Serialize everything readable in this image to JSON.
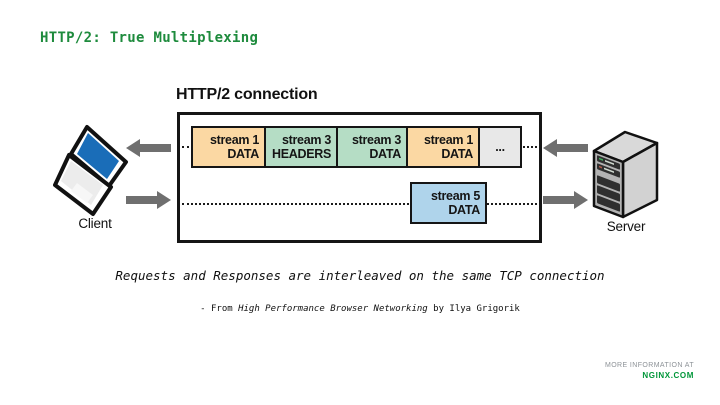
{
  "slide": {
    "title": "HTTP/2: True Multiplexing",
    "title_color": "#1e8b3d"
  },
  "diagram": {
    "heading": "HTTP/2 connection",
    "client": {
      "label": "Client"
    },
    "server": {
      "label": "Server"
    },
    "frames_top": [
      {
        "stream": "stream 1",
        "type": "DATA",
        "color": "#fbd8a3"
      },
      {
        "stream": "stream 3",
        "type": "HEADERS",
        "color": "#b5ddc5"
      },
      {
        "stream": "stream 3",
        "type": "DATA",
        "color": "#b5ddc5"
      },
      {
        "stream": "stream 1",
        "type": "DATA",
        "color": "#fbd8a3"
      },
      {
        "stream": "...",
        "type": "",
        "color": "#e8e8e8"
      }
    ],
    "frames_bottom": [
      {
        "stream": "stream 5",
        "type": "DATA",
        "color": "#afd4eb"
      }
    ],
    "arrow_color": "#6f6f6f"
  },
  "caption": {
    "text": "Requests and Responses are interleaved on the same TCP connection"
  },
  "attribution": {
    "prefix": "- From ",
    "book": "High Performance Browser Networking",
    "suffix": " by Ilya Grigorik"
  },
  "footer": {
    "more_info": "MORE INFORMATION AT",
    "brand": "NGINX.COM",
    "brand_color": "#009639"
  }
}
